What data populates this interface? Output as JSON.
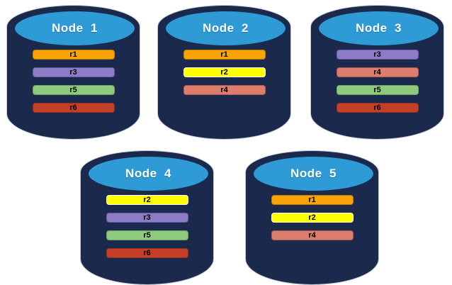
{
  "colors": {
    "background": "#ffffff",
    "cylinder_body": "#1b2a4c",
    "cylinder_top": "#2e9bd6",
    "title_text": "#ffffff",
    "replica_text": "#000000"
  },
  "nodes": [
    {
      "title": "Node  1",
      "replicas": [
        {
          "label": "r1",
          "color": "#f9a306",
          "border": "#c07b04"
        },
        {
          "label": "r3",
          "color": "#8a7cc5",
          "border": "#675ca3"
        },
        {
          "label": "r5",
          "color": "#8fc97e",
          "border": "#6da55e"
        },
        {
          "label": "r6",
          "color": "#c43f28",
          "border": "#962e1b"
        }
      ]
    },
    {
      "title": "Node  2",
      "replicas": [
        {
          "label": "r1",
          "color": "#f9a306",
          "border": "#c07b04"
        },
        {
          "label": "r2",
          "color": "#ffff00",
          "border": "#ffffff"
        },
        {
          "label": "r4",
          "color": "#dd7d6d",
          "border": "#b05b50"
        }
      ]
    },
    {
      "title": "Node  3",
      "replicas": [
        {
          "label": "r3",
          "color": "#8a7cc5",
          "border": "#675ca3"
        },
        {
          "label": "r4",
          "color": "#dd7d6d",
          "border": "#b05b50"
        },
        {
          "label": "r5",
          "color": "#8fc97e",
          "border": "#6da55e"
        },
        {
          "label": "r6",
          "color": "#c43f28",
          "border": "#962e1b"
        }
      ]
    },
    {
      "title": "Node  4",
      "replicas": [
        {
          "label": "r2",
          "color": "#ffff00",
          "border": "#ffffff"
        },
        {
          "label": "r3",
          "color": "#8a7cc5",
          "border": "#675ca3"
        },
        {
          "label": "r5",
          "color": "#8fc97e",
          "border": "#6da55e"
        },
        {
          "label": "r6",
          "color": "#c43f28",
          "border": "#962e1b"
        }
      ]
    },
    {
      "title": "Node  5",
      "replicas": [
        {
          "label": "r1",
          "color": "#f9a306",
          "border": "#c07b04"
        },
        {
          "label": "r2",
          "color": "#ffff00",
          "border": "#ffffff"
        },
        {
          "label": "r4",
          "color": "#dd7d6d",
          "border": "#b05b50"
        }
      ]
    }
  ]
}
